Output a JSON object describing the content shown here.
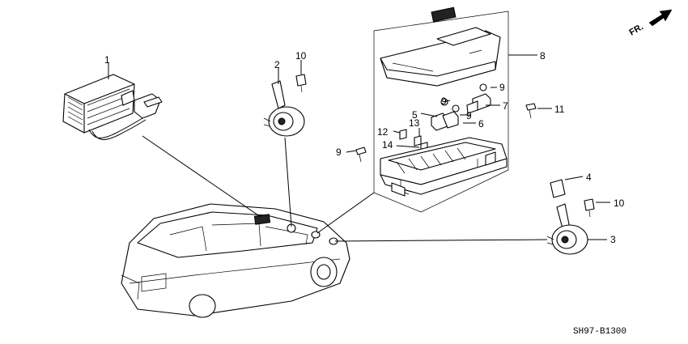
{
  "diagram": {
    "code": "SH97-B1300",
    "direction": "FR.",
    "callouts": [
      {
        "id": "c1",
        "label": "1"
      },
      {
        "id": "c2",
        "label": "2"
      },
      {
        "id": "c3",
        "label": "3"
      },
      {
        "id": "c4",
        "label": "4"
      },
      {
        "id": "c5",
        "label": "5"
      },
      {
        "id": "c6",
        "label": "6"
      },
      {
        "id": "c7",
        "label": "7"
      },
      {
        "id": "c8",
        "label": "8"
      },
      {
        "id": "c9a",
        "label": "9"
      },
      {
        "id": "c9b",
        "label": "9"
      },
      {
        "id": "c9c",
        "label": "9"
      },
      {
        "id": "c9d",
        "label": "9"
      },
      {
        "id": "c10a",
        "label": "10"
      },
      {
        "id": "c10b",
        "label": "10"
      },
      {
        "id": "c11",
        "label": "11"
      },
      {
        "id": "c12",
        "label": "12"
      },
      {
        "id": "c13",
        "label": "13"
      },
      {
        "id": "c14",
        "label": "14"
      }
    ]
  }
}
